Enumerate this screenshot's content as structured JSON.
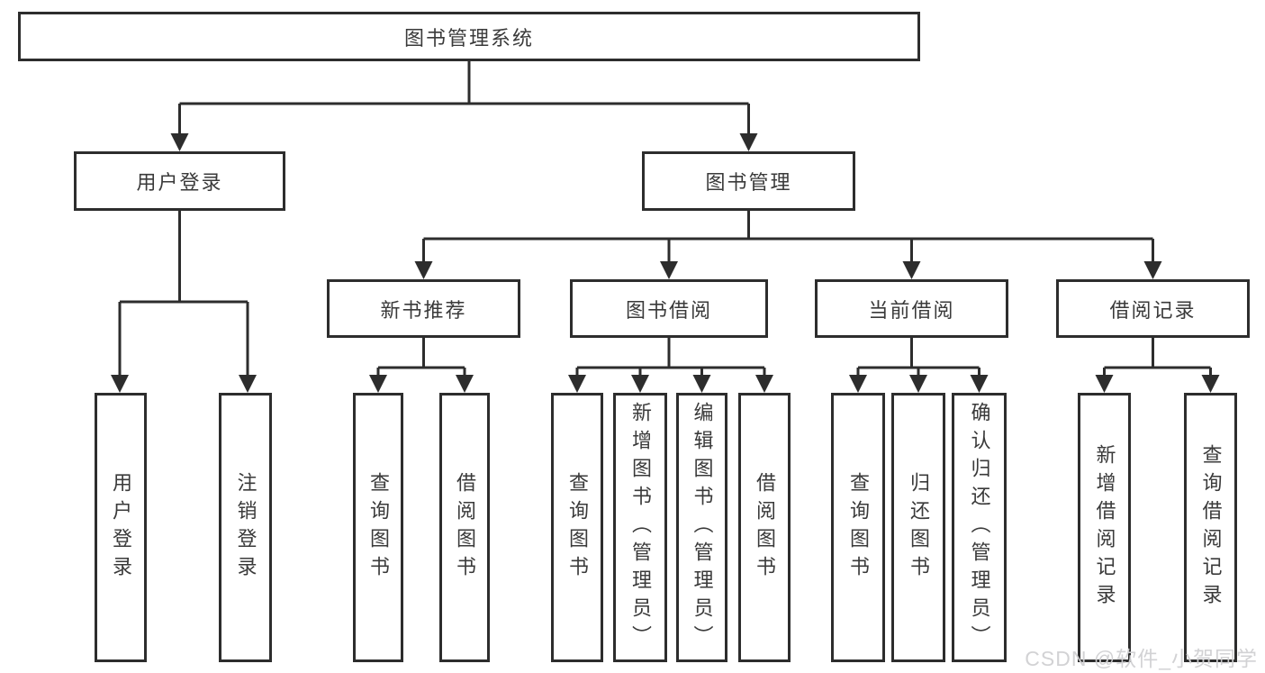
{
  "watermark": "CSDN @软件_小贺同学",
  "colors": {
    "line": "#2d2d2d",
    "box_border": "#2d2d2d",
    "text": "#3a3a3a",
    "background": "#ffffff",
    "watermark": "#d0d0d2"
  },
  "tree": {
    "label": "图书管理系统",
    "children": [
      {
        "label": "用户登录",
        "children": [
          {
            "label": "用户登录"
          },
          {
            "label": "注销登录"
          }
        ]
      },
      {
        "label": "图书管理",
        "children": [
          {
            "label": "新书推荐",
            "children": [
              {
                "label": "查询图书"
              },
              {
                "label": "借阅图书"
              }
            ]
          },
          {
            "label": "图书借阅",
            "children": [
              {
                "label": "查询图书"
              },
              {
                "label": "新增图书（管理员）"
              },
              {
                "label": "编辑图书（管理员）"
              },
              {
                "label": "借阅图书"
              }
            ]
          },
          {
            "label": "当前借阅",
            "children": [
              {
                "label": "查询图书"
              },
              {
                "label": "归还图书"
              },
              {
                "label": "确认归还（管理员）"
              }
            ]
          },
          {
            "label": "借阅记录",
            "children": [
              {
                "label": "新增借阅记录"
              },
              {
                "label": "查询借阅记录"
              }
            ]
          }
        ]
      }
    ]
  }
}
